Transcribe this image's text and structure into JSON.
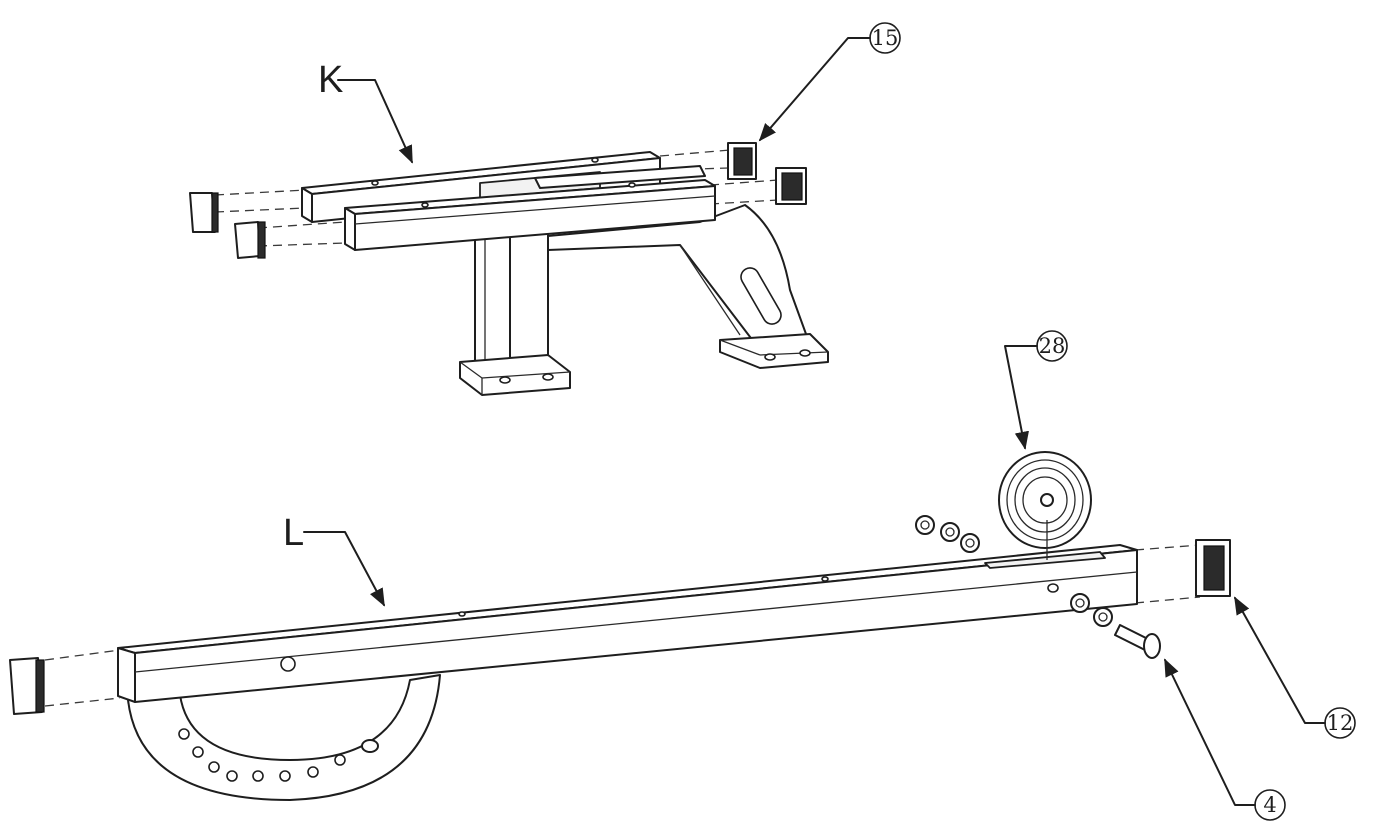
{
  "labels": {
    "part_k": "K",
    "part_l": "L"
  },
  "callouts": {
    "c15": "15",
    "c28": "28",
    "c12": "12",
    "c4": "4"
  },
  "colors": {
    "line": "#1e1e1e",
    "background": "#ffffff"
  }
}
